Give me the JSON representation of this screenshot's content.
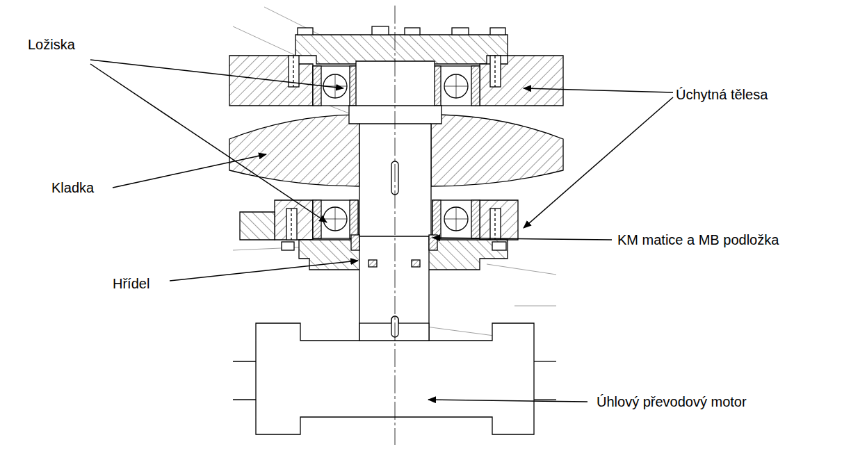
{
  "diagram": {
    "labels": [
      "Ložiska",
      "Úchytná tělesa",
      "Kladka",
      "KM matice a MB podložka",
      "Hřídel",
      "Úhlový převodový motor"
    ]
  }
}
